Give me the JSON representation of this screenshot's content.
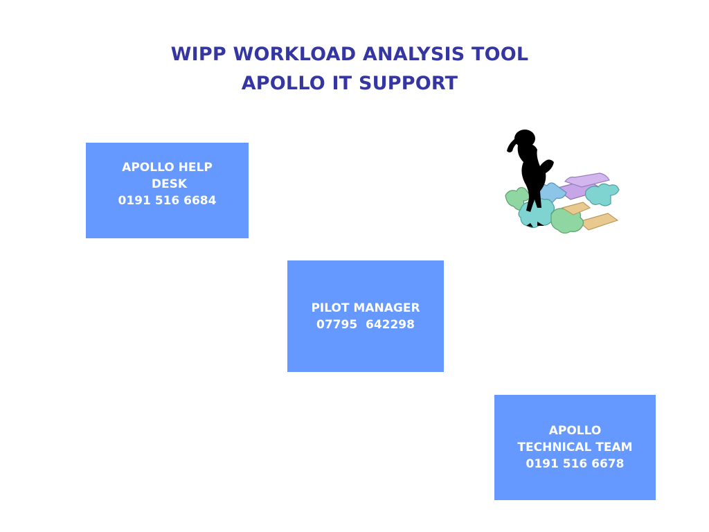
{
  "title": {
    "line1": "WIPP WORKLOAD ANALYSIS TOOL",
    "line2": "APOLLO IT SUPPORT"
  },
  "boxes": [
    {
      "lines": [
        "APOLLO HELP",
        " DESK",
        "0191 516 6684"
      ]
    },
    {
      "lines": [
        "PILOT MANAGER",
        "07795  642298"
      ]
    },
    {
      "lines": [
        "APOLLO",
        "TECHNICAL TEAM",
        "0191 516 6678"
      ]
    }
  ],
  "colors": {
    "title": "#3636a0",
    "box_fill": "#6699ff",
    "box_text": "#ffffff"
  },
  "clipart": {
    "icon": "puzzle-thinker-icon"
  }
}
